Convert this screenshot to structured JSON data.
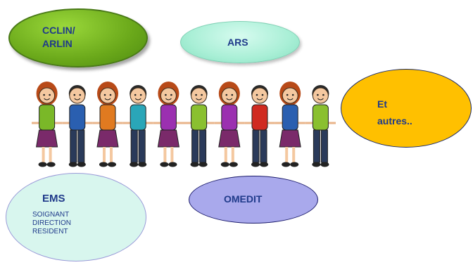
{
  "nodes": {
    "cclin": {
      "label_line1": "CCLIN/",
      "label_line2": "ARLIN",
      "fill": "#6aa81a"
    },
    "ars": {
      "label": "ARS",
      "fill": "#a9efd6"
    },
    "autres": {
      "label_line1": "Et",
      "label_line2": "autres..",
      "fill": "#ffc000"
    },
    "ems": {
      "label": "EMS",
      "sub_items": [
        "SOIGNANT",
        "DIRECTION",
        "RESIDENT"
      ],
      "fill": "#d8f6ee"
    },
    "omedit": {
      "label": "OMEDIT",
      "fill": "#a9a9ec"
    }
  },
  "illustration": {
    "icon": "people-holding-hands",
    "people_count": 10,
    "shirt_colors": [
      "#7ab828",
      "#2a5fb0",
      "#e07a20",
      "#2aa6b8",
      "#9b30b0",
      "#8ac030",
      "#9b30b0",
      "#d02a20",
      "#2a5fb0",
      "#8ac030"
    ]
  },
  "text_color": "#1f3a8a"
}
